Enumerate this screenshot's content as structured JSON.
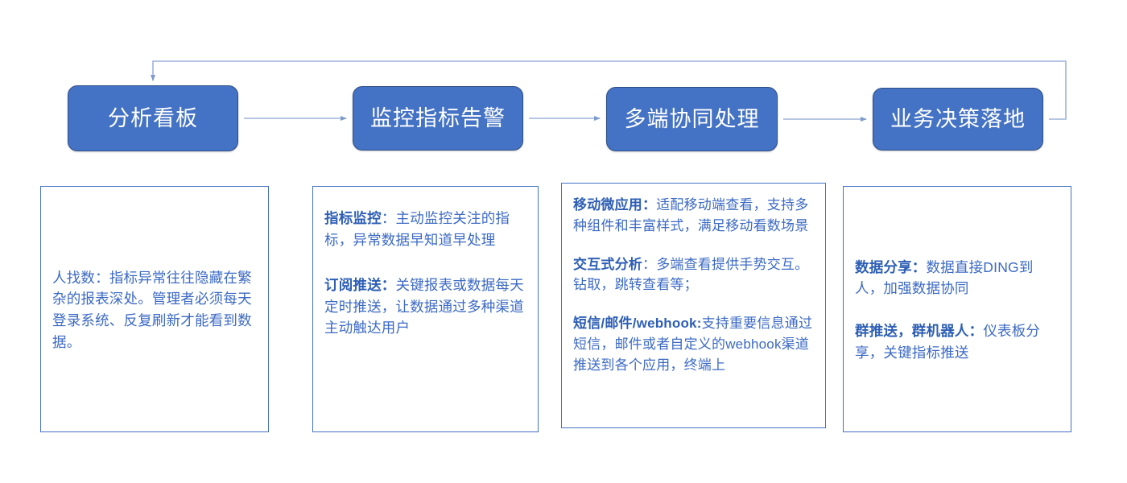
{
  "diagram": {
    "title": "",
    "colors": {
      "stage_fill": "#4472C4",
      "stage_border": "#2E4E86",
      "stage_text": "#FFFFFF",
      "panel_border": "#4472C4",
      "body_text": "#3C6AC4",
      "lead_text": "#2E5FB5",
      "connector": "#9DB4D8",
      "background": "#FFFFFF"
    },
    "stages": [
      {
        "id": "stage-analysis-dashboard",
        "label": "分析看板"
      },
      {
        "id": "stage-metric-alert",
        "label": "监控指标告警"
      },
      {
        "id": "stage-multi-terminal",
        "label": "多端协同处理"
      },
      {
        "id": "stage-business-decision",
        "label": "业务决策落地"
      }
    ],
    "connectors": [
      {
        "from": "分析看板",
        "to": "监控指标告警",
        "kind": "straight-arrow"
      },
      {
        "from": "监控指标告警",
        "to": "多端协同处理",
        "kind": "straight-arrow"
      },
      {
        "from": "多端协同处理",
        "to": "业务决策落地",
        "kind": "straight-arrow"
      },
      {
        "from": "业务决策落地",
        "to": "分析看板",
        "kind": "feedback-loop-over-top"
      }
    ],
    "panels": [
      {
        "id": "panel-pain-point",
        "paragraphs": [
          {
            "lead": "人找数：",
            "body": "指标异常往往隐藏在繁杂的报表深处。管理者必须每天登录系统、反复刷新才能看到数据。",
            "lead_bold": false
          }
        ]
      },
      {
        "id": "panel-monitor",
        "paragraphs": [
          {
            "lead": "指标监控",
            "body": "：主动监控关注的指标，异常数据早知道早处理",
            "lead_bold": true
          },
          {
            "lead": "订阅推送：",
            "body": "关键报表或数据每天定时推送，让数据通过多种渠道主动触达用户",
            "lead_bold": true
          }
        ]
      },
      {
        "id": "panel-multi-terminal",
        "paragraphs": [
          {
            "lead": "移动微应用：",
            "body": "适配移动端查看，支持多种组件和丰富样式，满足移动看数场景",
            "lead_bold": true
          },
          {
            "lead": "交互式分析",
            "body": "：多端查看提供手势交互。钻取，跳转查看等；",
            "lead_bold": true
          },
          {
            "lead": "短信/邮件/webhook:",
            "body": "支持重要信息通过短信，邮件或者自定义的webhook渠道推送到各个应用，终端上",
            "lead_bold": true
          }
        ]
      },
      {
        "id": "panel-share",
        "paragraphs": [
          {
            "lead": "数据分享：",
            "body": "数据直接DING到人，加强数据协同",
            "lead_bold": true
          },
          {
            "lead": "群推送，群机器人：",
            "body": "仪表板分享，关键指标推送",
            "lead_bold": true
          }
        ]
      }
    ]
  }
}
